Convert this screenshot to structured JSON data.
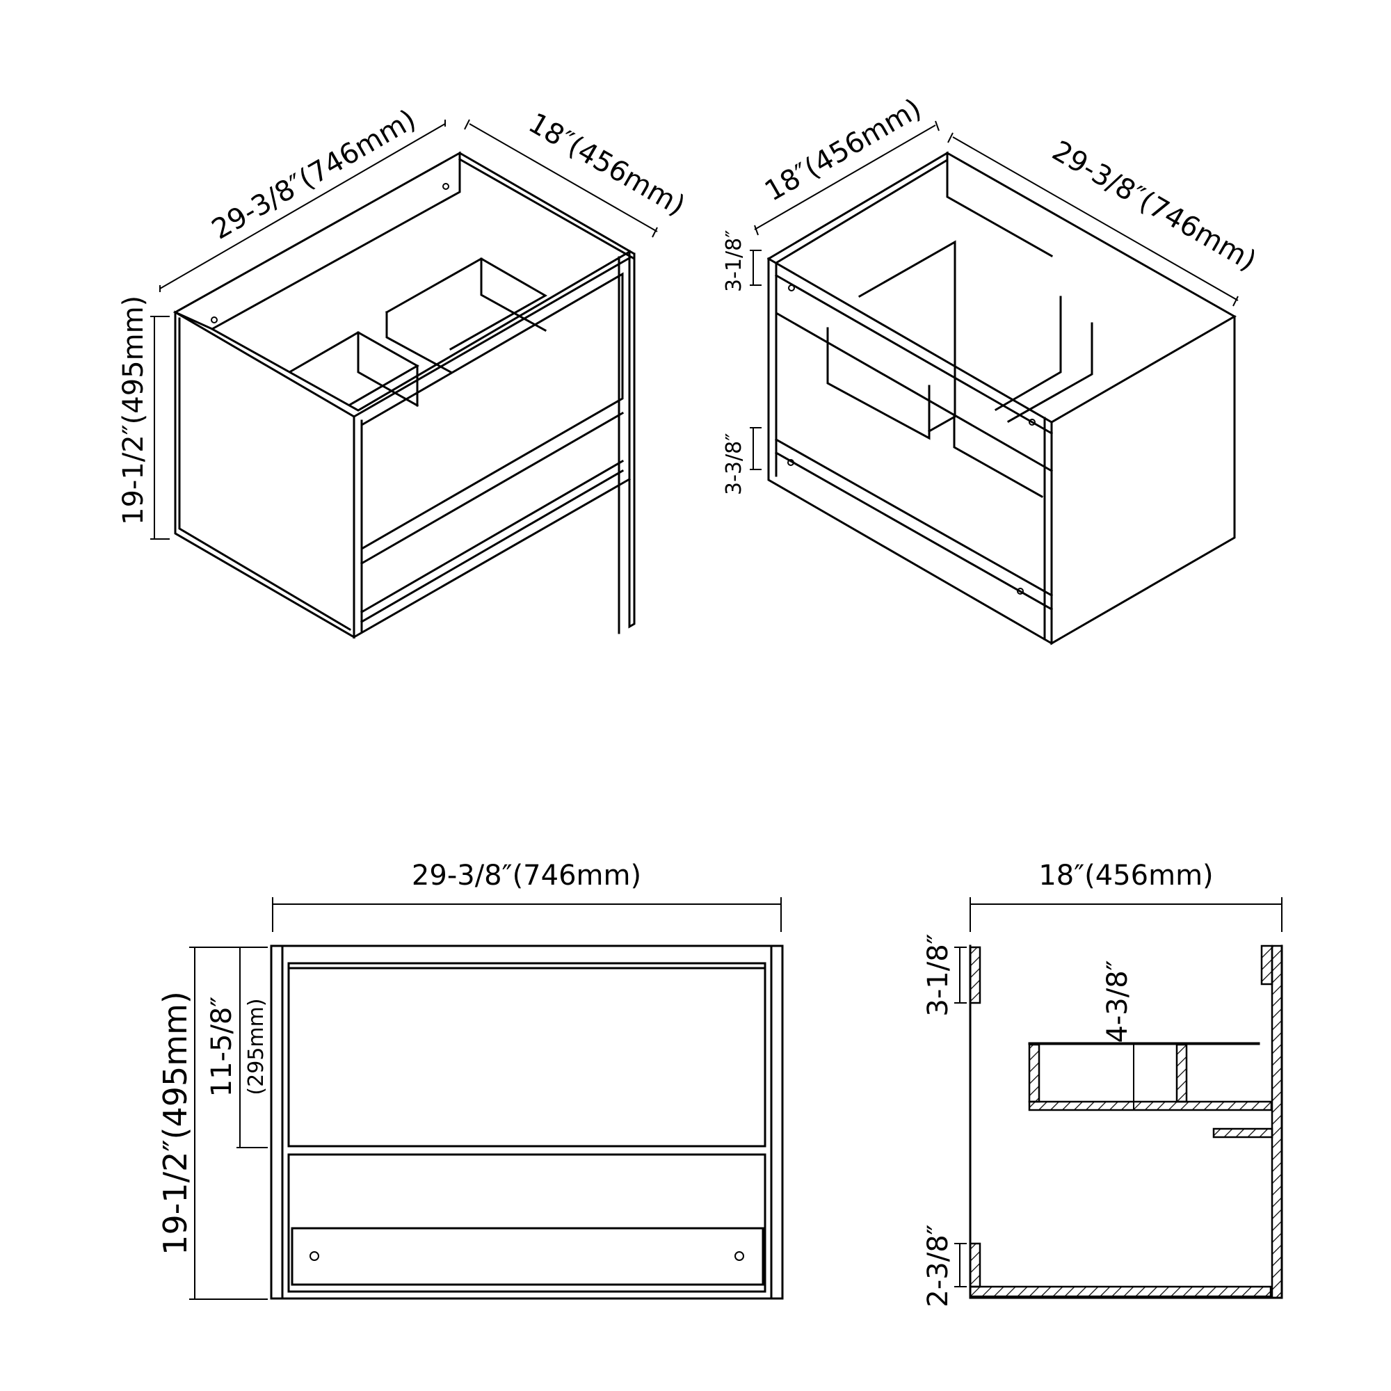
{
  "drawing": {
    "iso_front": {
      "width_label": "29-3/8″(746mm)",
      "depth_label": "18″(456mm)",
      "height_label": "19-1/2″(495mm)"
    },
    "iso_back": {
      "depth_label": "18″(456mm)",
      "width_label": "29-3/8″(746mm)",
      "top_rail_label": "3-1/8″",
      "bottom_rail_label": "3-3/8″"
    },
    "front_view": {
      "width_label": "29-3/8″(746mm)",
      "height_label": "19-1/2″(495mm)",
      "drawer_height_label": "11-5/8″",
      "drawer_height_mm_label": "(295mm)"
    },
    "section_view": {
      "depth_label": "18″(456mm)",
      "top_rail_label": "3-1/8″",
      "drawer_depth_label": "4-3/8″",
      "bottom_rail_label": "2-3/8″"
    }
  }
}
